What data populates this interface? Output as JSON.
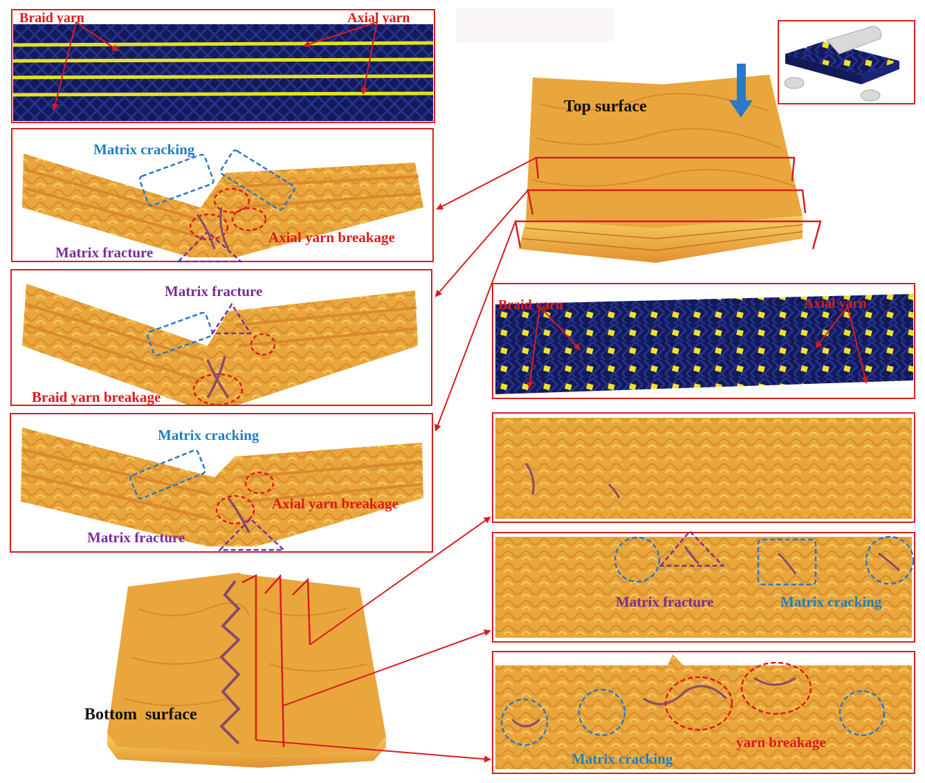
{
  "colors": {
    "frame": "#d91c1c",
    "label_red": "#e01919",
    "label_blue": "#1e7fc0",
    "label_purple": "#7a2d9a",
    "label_black": "#111111",
    "fabric_navy": "#121a5a",
    "axial_yellow": "#e8e21a",
    "composite_gold": "#e7a43a",
    "crack_brown": "#8a4a6a",
    "load_arrow": "#2a78c8"
  },
  "panels": {
    "top_fabric": {
      "braid_label": "Braid yarn",
      "axial_label": "Axial yarn"
    },
    "section_1": {
      "matrix_cracking": "Matrix cracking",
      "axial_breakage": "Axial yarn breakage",
      "matrix_fracture": "Matrix fracture"
    },
    "section_2": {
      "matrix_fracture": "Matrix fracture",
      "braid_breakage": "Braid yarn breakage"
    },
    "section_3": {
      "matrix_cracking": "Matrix cracking",
      "axial_breakage": "Axial yarn breakage",
      "matrix_fracture": "Matrix fracture"
    },
    "specimen": {
      "top_surface": "Top surface",
      "bottom_surface": "Bottom  surface"
    },
    "right_fabric": {
      "braid_label": "Braid yarn",
      "axial_label": "Axial yarn"
    },
    "bottom_section_2": {
      "matrix_fracture": "Matrix fracture",
      "matrix_cracking": "Matrix cracking"
    },
    "bottom_section_3": {
      "matrix_cracking": "Matrix cracking",
      "yarn_breakage": "yarn breakage"
    }
  }
}
